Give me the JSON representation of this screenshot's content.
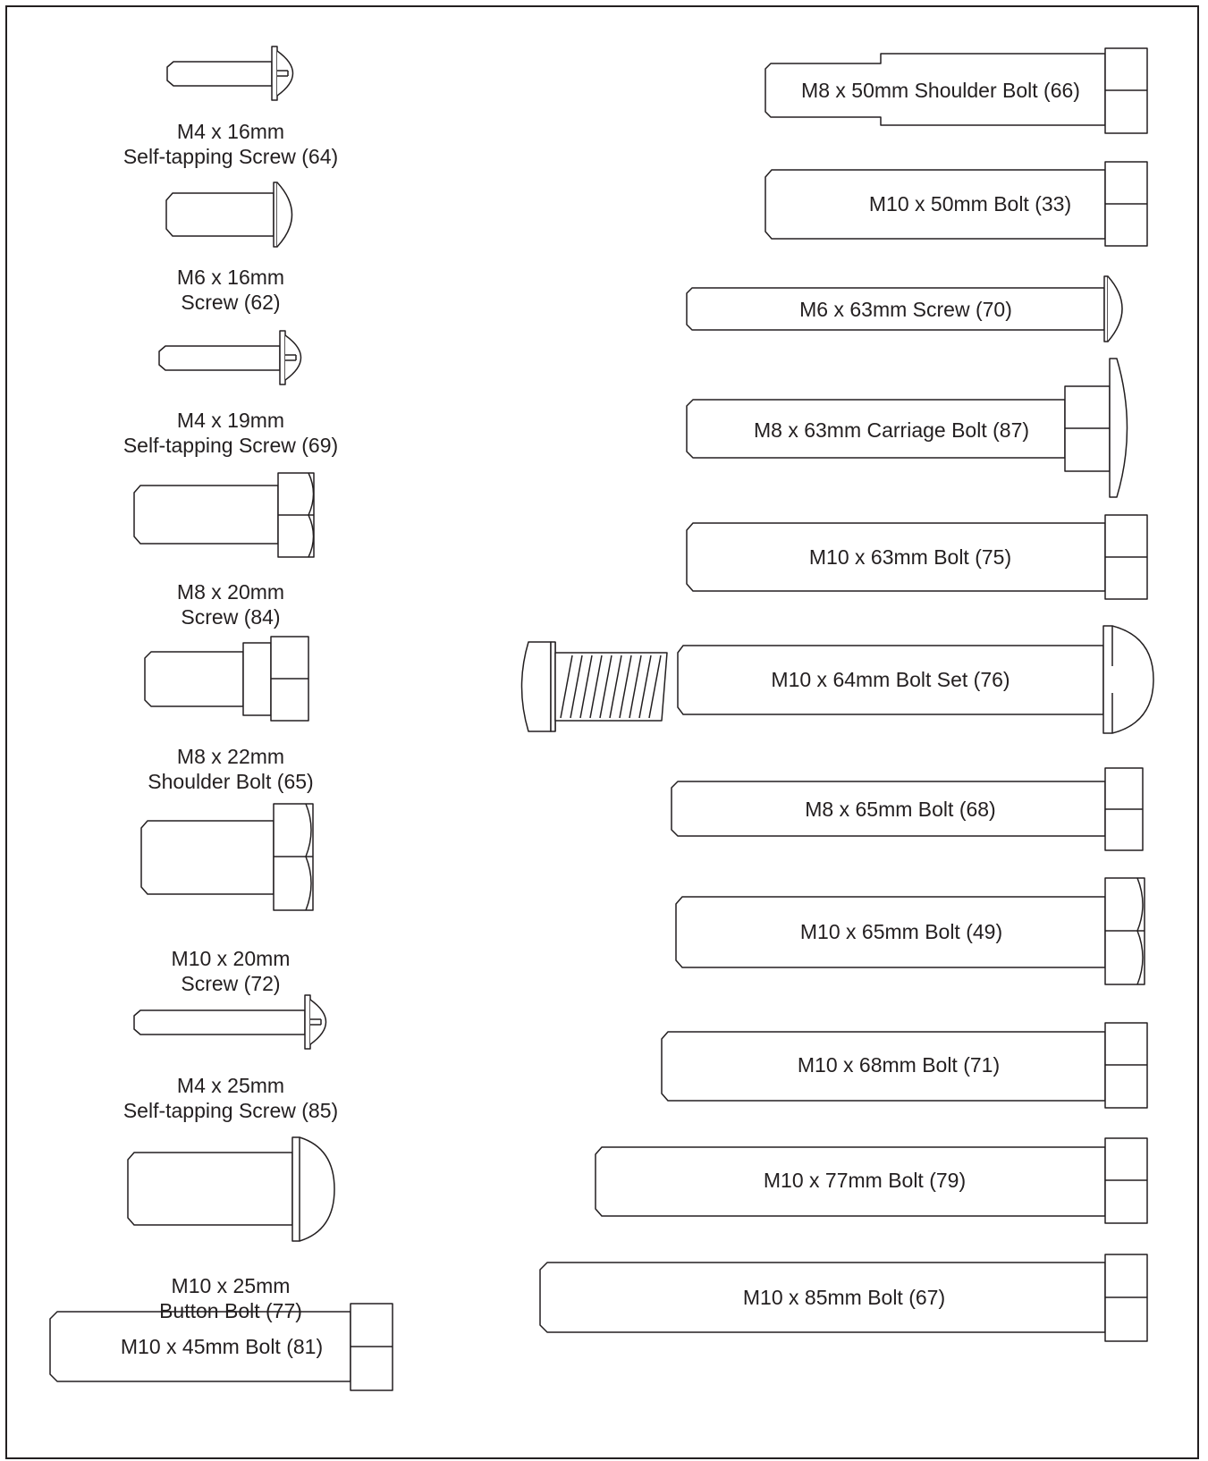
{
  "parts": {
    "p64": {
      "line1": "M4 x 16mm",
      "line2": "Self-tapping Screw (64)"
    },
    "p62": {
      "line1": "M6 x 16mm",
      "line2": "Screw (62)"
    },
    "p69": {
      "line1": "M4 x 19mm",
      "line2": "Self-tapping Screw (69)"
    },
    "p84": {
      "line1": "M8 x 20mm",
      "line2": "Screw (84)"
    },
    "p65": {
      "line1": "M8 x 22mm",
      "line2": "Shoulder Bolt (65)"
    },
    "p72": {
      "line1": "M10 x 20mm",
      "line2": "Screw (72)"
    },
    "p85": {
      "line1": "M4 x 25mm",
      "line2": "Self-tapping Screw (85)"
    },
    "p77": {
      "line1": "M10 x 25mm",
      "line2": "Button Bolt (77)"
    },
    "p81": {
      "label": "M10 x 45mm Bolt (81)"
    },
    "p66": {
      "label": "M8 x 50mm Shoulder Bolt (66)"
    },
    "p33": {
      "label": "M10 x 50mm Bolt (33)"
    },
    "p70": {
      "label": "M6 x 63mm Screw (70)"
    },
    "p87": {
      "label": "M8 x 63mm Carriage Bolt (87)"
    },
    "p75": {
      "label": "M10 x 63mm Bolt (75)"
    },
    "p76": {
      "label": "M10 x 64mm Bolt Set (76)"
    },
    "p68": {
      "label": "M8 x 65mm Bolt (68)"
    },
    "p49": {
      "label": "M10 x 65mm Bolt (49)"
    },
    "p71": {
      "label": "M10 x 68mm Bolt (71)"
    },
    "p79": {
      "label": "M10 x 77mm Bolt (79)"
    },
    "p67": {
      "label": "M10 x 85mm Bolt (67)"
    }
  }
}
